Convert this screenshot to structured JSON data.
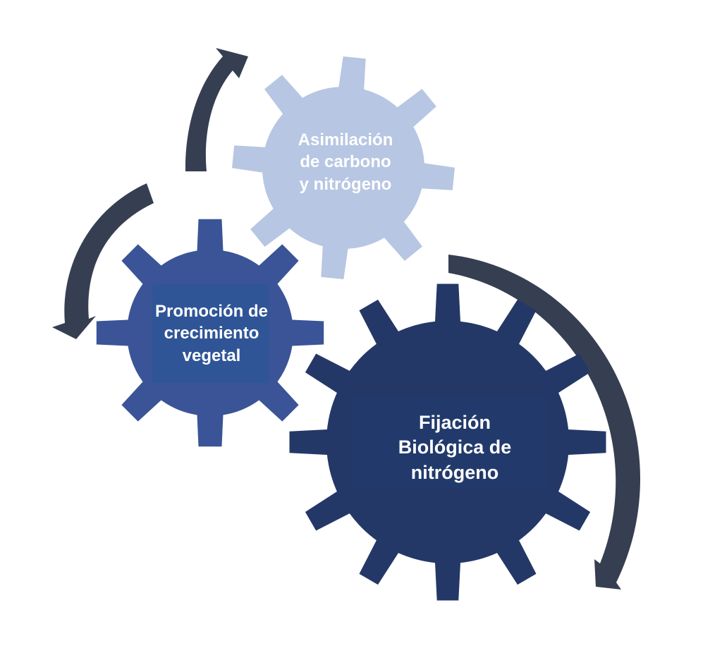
{
  "colors": {
    "gear_top": "#b7c6e2",
    "gear_left": "#3a5497",
    "gear_left_center": "#2f5597",
    "gear_right": "#243867",
    "gear_right_center": "#223a6b",
    "arrow": "#363f51",
    "background": "#ffffff"
  },
  "gears": {
    "top": {
      "line1": "Asimilación",
      "line2": "de carbono",
      "line3": "y nitrógeno"
    },
    "left": {
      "line1": "Promoción de",
      "line2": "crecimiento",
      "line3": "vegetal"
    },
    "right": {
      "line1": "Fijación",
      "line2": "Biológica de",
      "line3": "nitrógeno"
    }
  },
  "arrows": [
    {
      "id": "arrow-upper-left",
      "direction": "clockwise-up"
    },
    {
      "id": "arrow-lower-left",
      "direction": "counterclockwise-down"
    },
    {
      "id": "arrow-right",
      "direction": "clockwise-down"
    }
  ]
}
